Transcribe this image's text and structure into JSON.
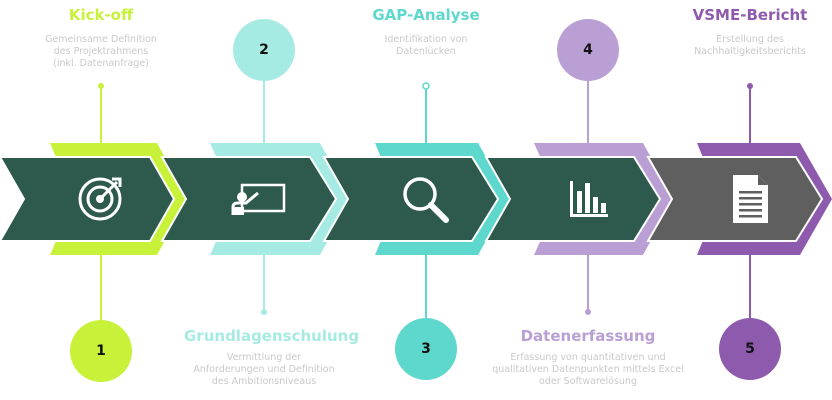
{
  "colors": {
    "green": "#c8f23a",
    "teal_light": "#a6ebe3",
    "teal": "#5ed7cc",
    "lavender": "#b99fd4",
    "purple": "#8e5aae",
    "dark_green": "#2d5a4c",
    "dark_gray": "#5f5f5f"
  },
  "steps": [
    {
      "number": "1",
      "title": "Kick-off",
      "description": [
        "Gemeinsame Definition",
        "des Projektrahmens",
        "(inkl. Datenanfrage)"
      ],
      "icon": "target-icon"
    },
    {
      "number": "2",
      "title": "Grundlagenschulung",
      "description": [
        "Vermittlung der",
        "Anforderungen und Definition",
        "des Ambitionsniveaus"
      ],
      "icon": "presentation-icon"
    },
    {
      "number": "3",
      "title": "GAP-Analyse",
      "description": [
        "Identifikation von",
        "Datenlücken"
      ],
      "icon": "magnifier-icon"
    },
    {
      "number": "4",
      "title": "Datenerfassung",
      "description": [
        "Erfassung von quantitativen und",
        "qualitativen Datenpunkten mittels Excel",
        "oder Softwarelösung"
      ],
      "icon": "bar-chart-icon"
    },
    {
      "number": "5",
      "title": "VSME-Bericht",
      "description": [
        "Erstellung des",
        "Nachhaltigkeitsberichts"
      ],
      "icon": "document-icon"
    }
  ]
}
